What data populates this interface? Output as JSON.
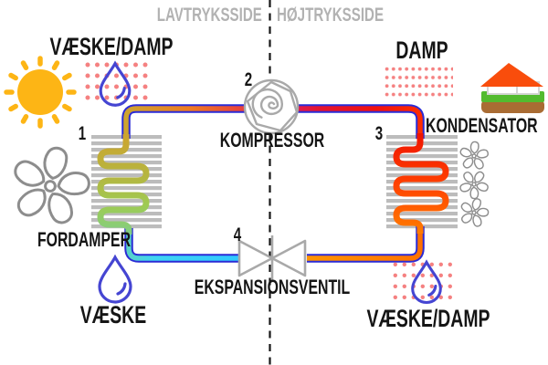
{
  "sides": {
    "low_pressure": "LAVTRYKSSIDE",
    "high_pressure": "HØJTRYKSSIDE"
  },
  "states": {
    "top_left": "VÆSKE/DAMP",
    "top_right": "DAMP",
    "bottom_left": "VÆSKE",
    "bottom_right": "VÆSKE/DAMP"
  },
  "components": {
    "evaporator": {
      "number": "1",
      "label": "FORDAMPER"
    },
    "compressor": {
      "number": "2",
      "label": "KOMPRESSOR"
    },
    "condenser": {
      "number": "3",
      "label": "KONDENSATOR"
    },
    "expansion_valve": {
      "number": "4",
      "label": "EKSPANSIONSVENTIL"
    }
  },
  "icons": {
    "sun": "sun-icon",
    "large_fan": "fan-icon",
    "small_fans": "fan-icon (x3)",
    "droplets": "droplet-icon (x3)",
    "house": "house-icon",
    "vapor": "vapor-dots",
    "compressor": "compressor-scroll-icon",
    "valve": "expansion-valve-icon"
  },
  "colors": {
    "text": "#151515",
    "side_label": "#b2b2b2",
    "divider": "#161616",
    "metal": "#bcbcbc",
    "icon_gray": "#a9a9a9",
    "fan_gray": "#8d8d8d",
    "pipe_outline": "#2b2bd5",
    "cold_liquid": "#38cfff",
    "hot_vapor": "#ee1616",
    "hot_liquid": "#ff8c00",
    "evaporator_coil_top": "#cda42f",
    "evaporator_coil_bottom": "#82ce83",
    "condenser_coil_top": "#ef1300",
    "condenser_coil_bottom": "#ff7d00",
    "droplet": "#4545d2",
    "vapor_dots": "#f58181",
    "sun": "#fdb515",
    "roof": "#f94d0c",
    "grass": "#53bb2f",
    "soil": "#a96c33"
  }
}
